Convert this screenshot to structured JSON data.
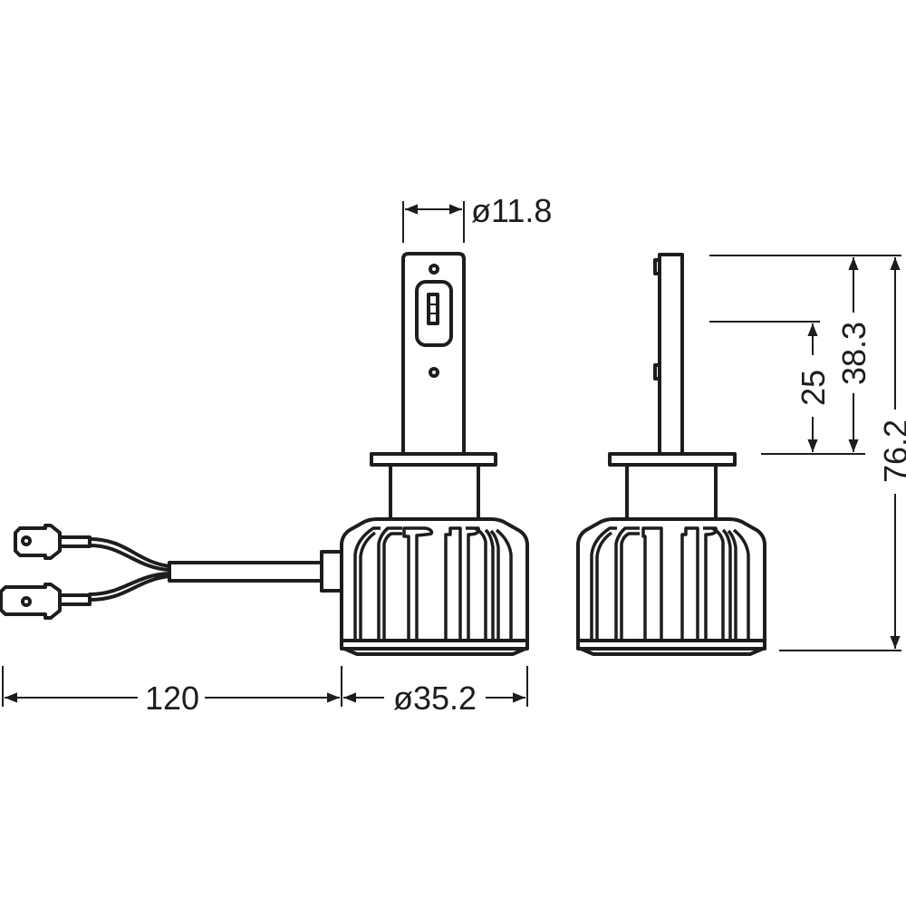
{
  "dimensions": {
    "stem_diameter": "ø11.8",
    "cable_length": "120",
    "base_diameter": "ø35.2",
    "led_height": "25",
    "stem_height": "38.3",
    "total_height": "76.2"
  },
  "colors": {
    "line": "#1d1d1b",
    "background": "#ffffff"
  }
}
